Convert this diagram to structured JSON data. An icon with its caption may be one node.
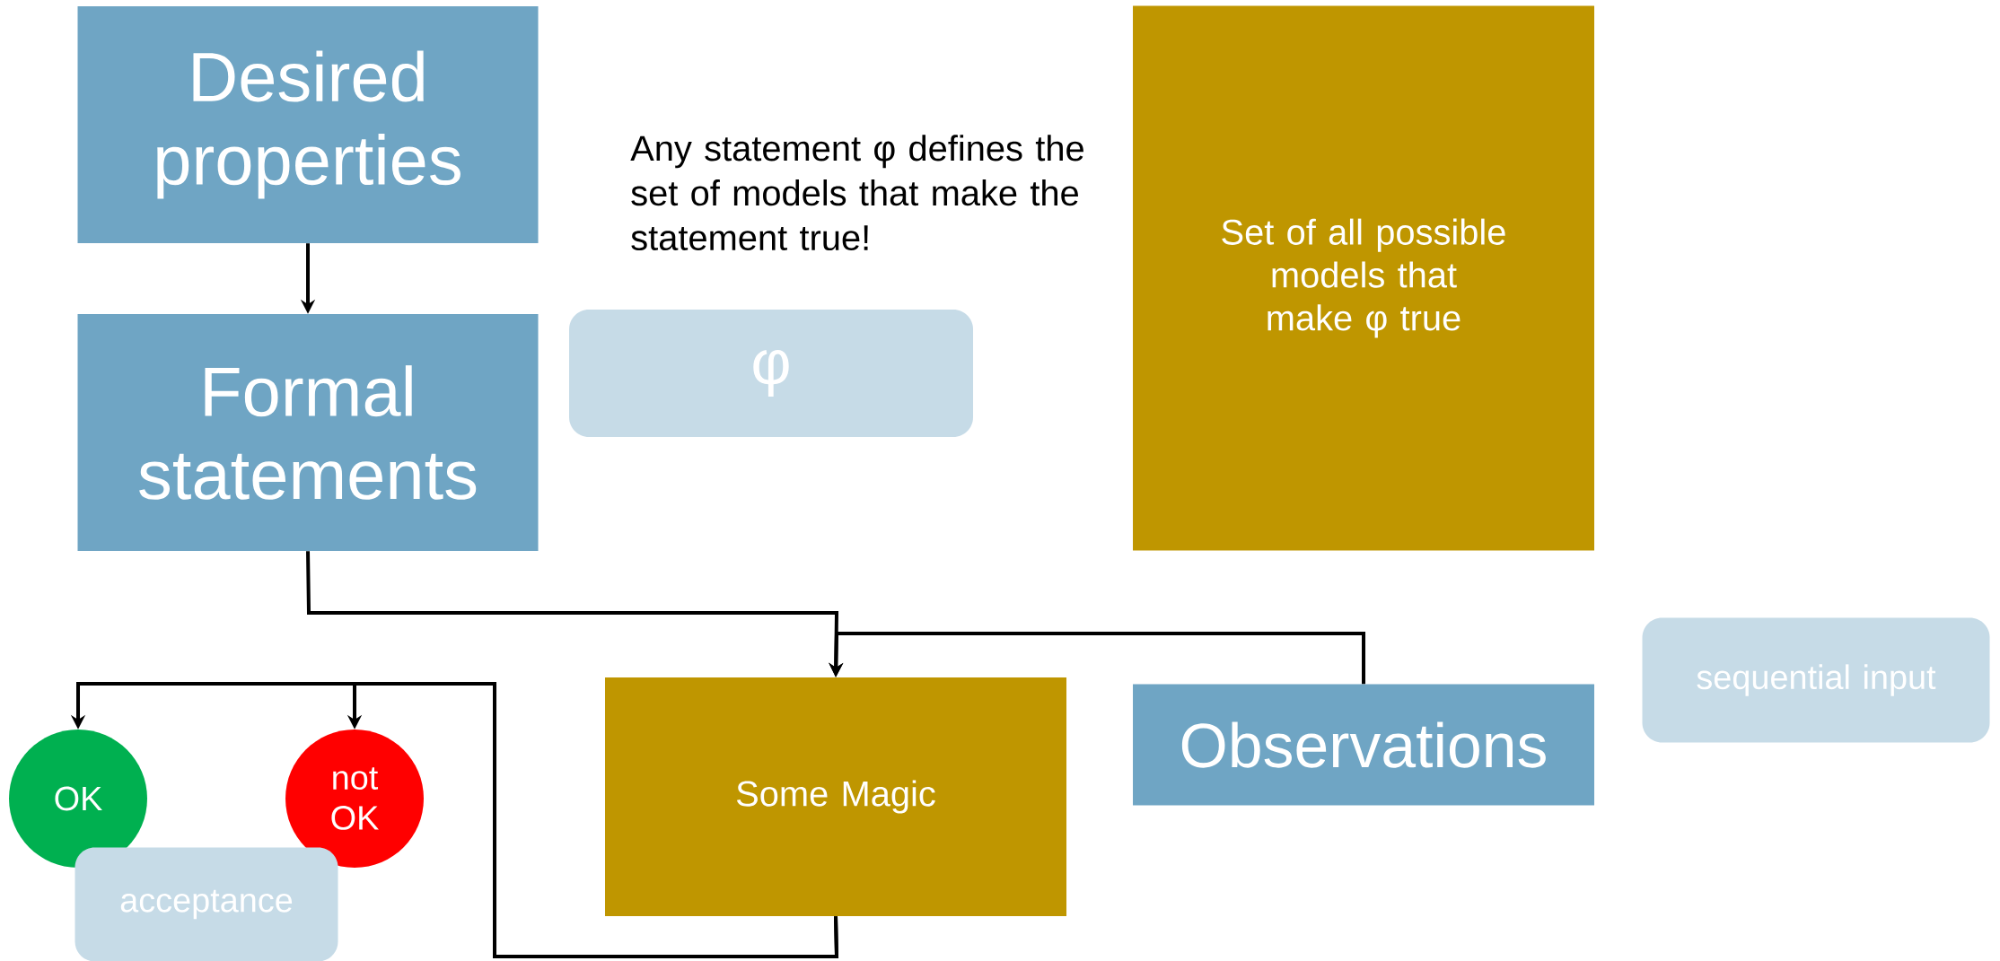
{
  "diagram": {
    "nodes": [
      {
        "text": [
          "Desired properties"
        ]
      },
      {
        "text": [
          "Formal statements"
        ]
      },
      {
        "text": [
          "φ"
        ]
      },
      {
        "text": [
          "Set of all possible models that make φ true"
        ]
      },
      {
        "text": [
          "OK"
        ]
      },
      {
        "text": [
          "not OK"
        ]
      },
      {
        "text": [
          "acceptance"
        ]
      },
      {
        "text": [
          "Some Magic"
        ]
      },
      {
        "text": [
          "Observations"
        ]
      },
      {
        "text": [
          "sequential input"
        ]
      }
    ],
    "edges": [
      {
        "from": 0,
        "to": 1,
        "arrow": "to"
      },
      {
        "from": 1,
        "to": 7,
        "arrow": "to"
      },
      {
        "from": 8,
        "to": 7,
        "arrow": "to"
      },
      {
        "from": 7,
        "to": 4,
        "arrow": "to"
      },
      {
        "from": 7,
        "to": 5,
        "arrow": "to"
      }
    ],
    "labels": [
      "Any statement φ defines the set of models that make the statement true!"
    ]
  }
}
